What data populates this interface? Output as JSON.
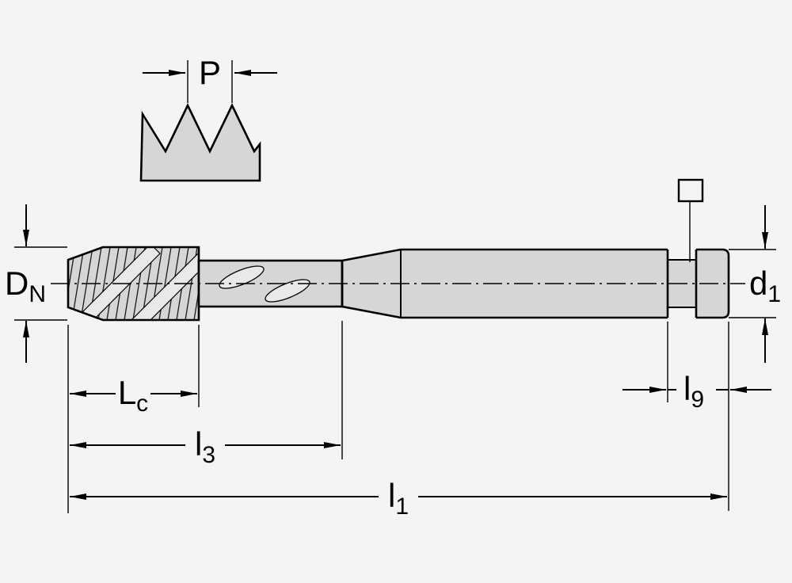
{
  "drawing": {
    "title": "tap-dimension-drawing",
    "colors": {
      "background": "#f4f4f4",
      "body_fill": "#d6d6d6",
      "flute_fill": "#e9e9e9",
      "line": "#000000"
    },
    "labels": {
      "pitch": {
        "base": "P",
        "sub": ""
      },
      "nominal_diameter": {
        "base": "D",
        "sub": "N"
      },
      "shank_diameter": {
        "base": "d",
        "sub": "1"
      },
      "chamfer_length": {
        "base": "L",
        "sub": "c"
      },
      "thread_length": {
        "base": "l",
        "sub": "3"
      },
      "overall_length": {
        "base": "l",
        "sub": "1"
      },
      "square_length": {
        "base": "l",
        "sub": "9"
      }
    }
  }
}
